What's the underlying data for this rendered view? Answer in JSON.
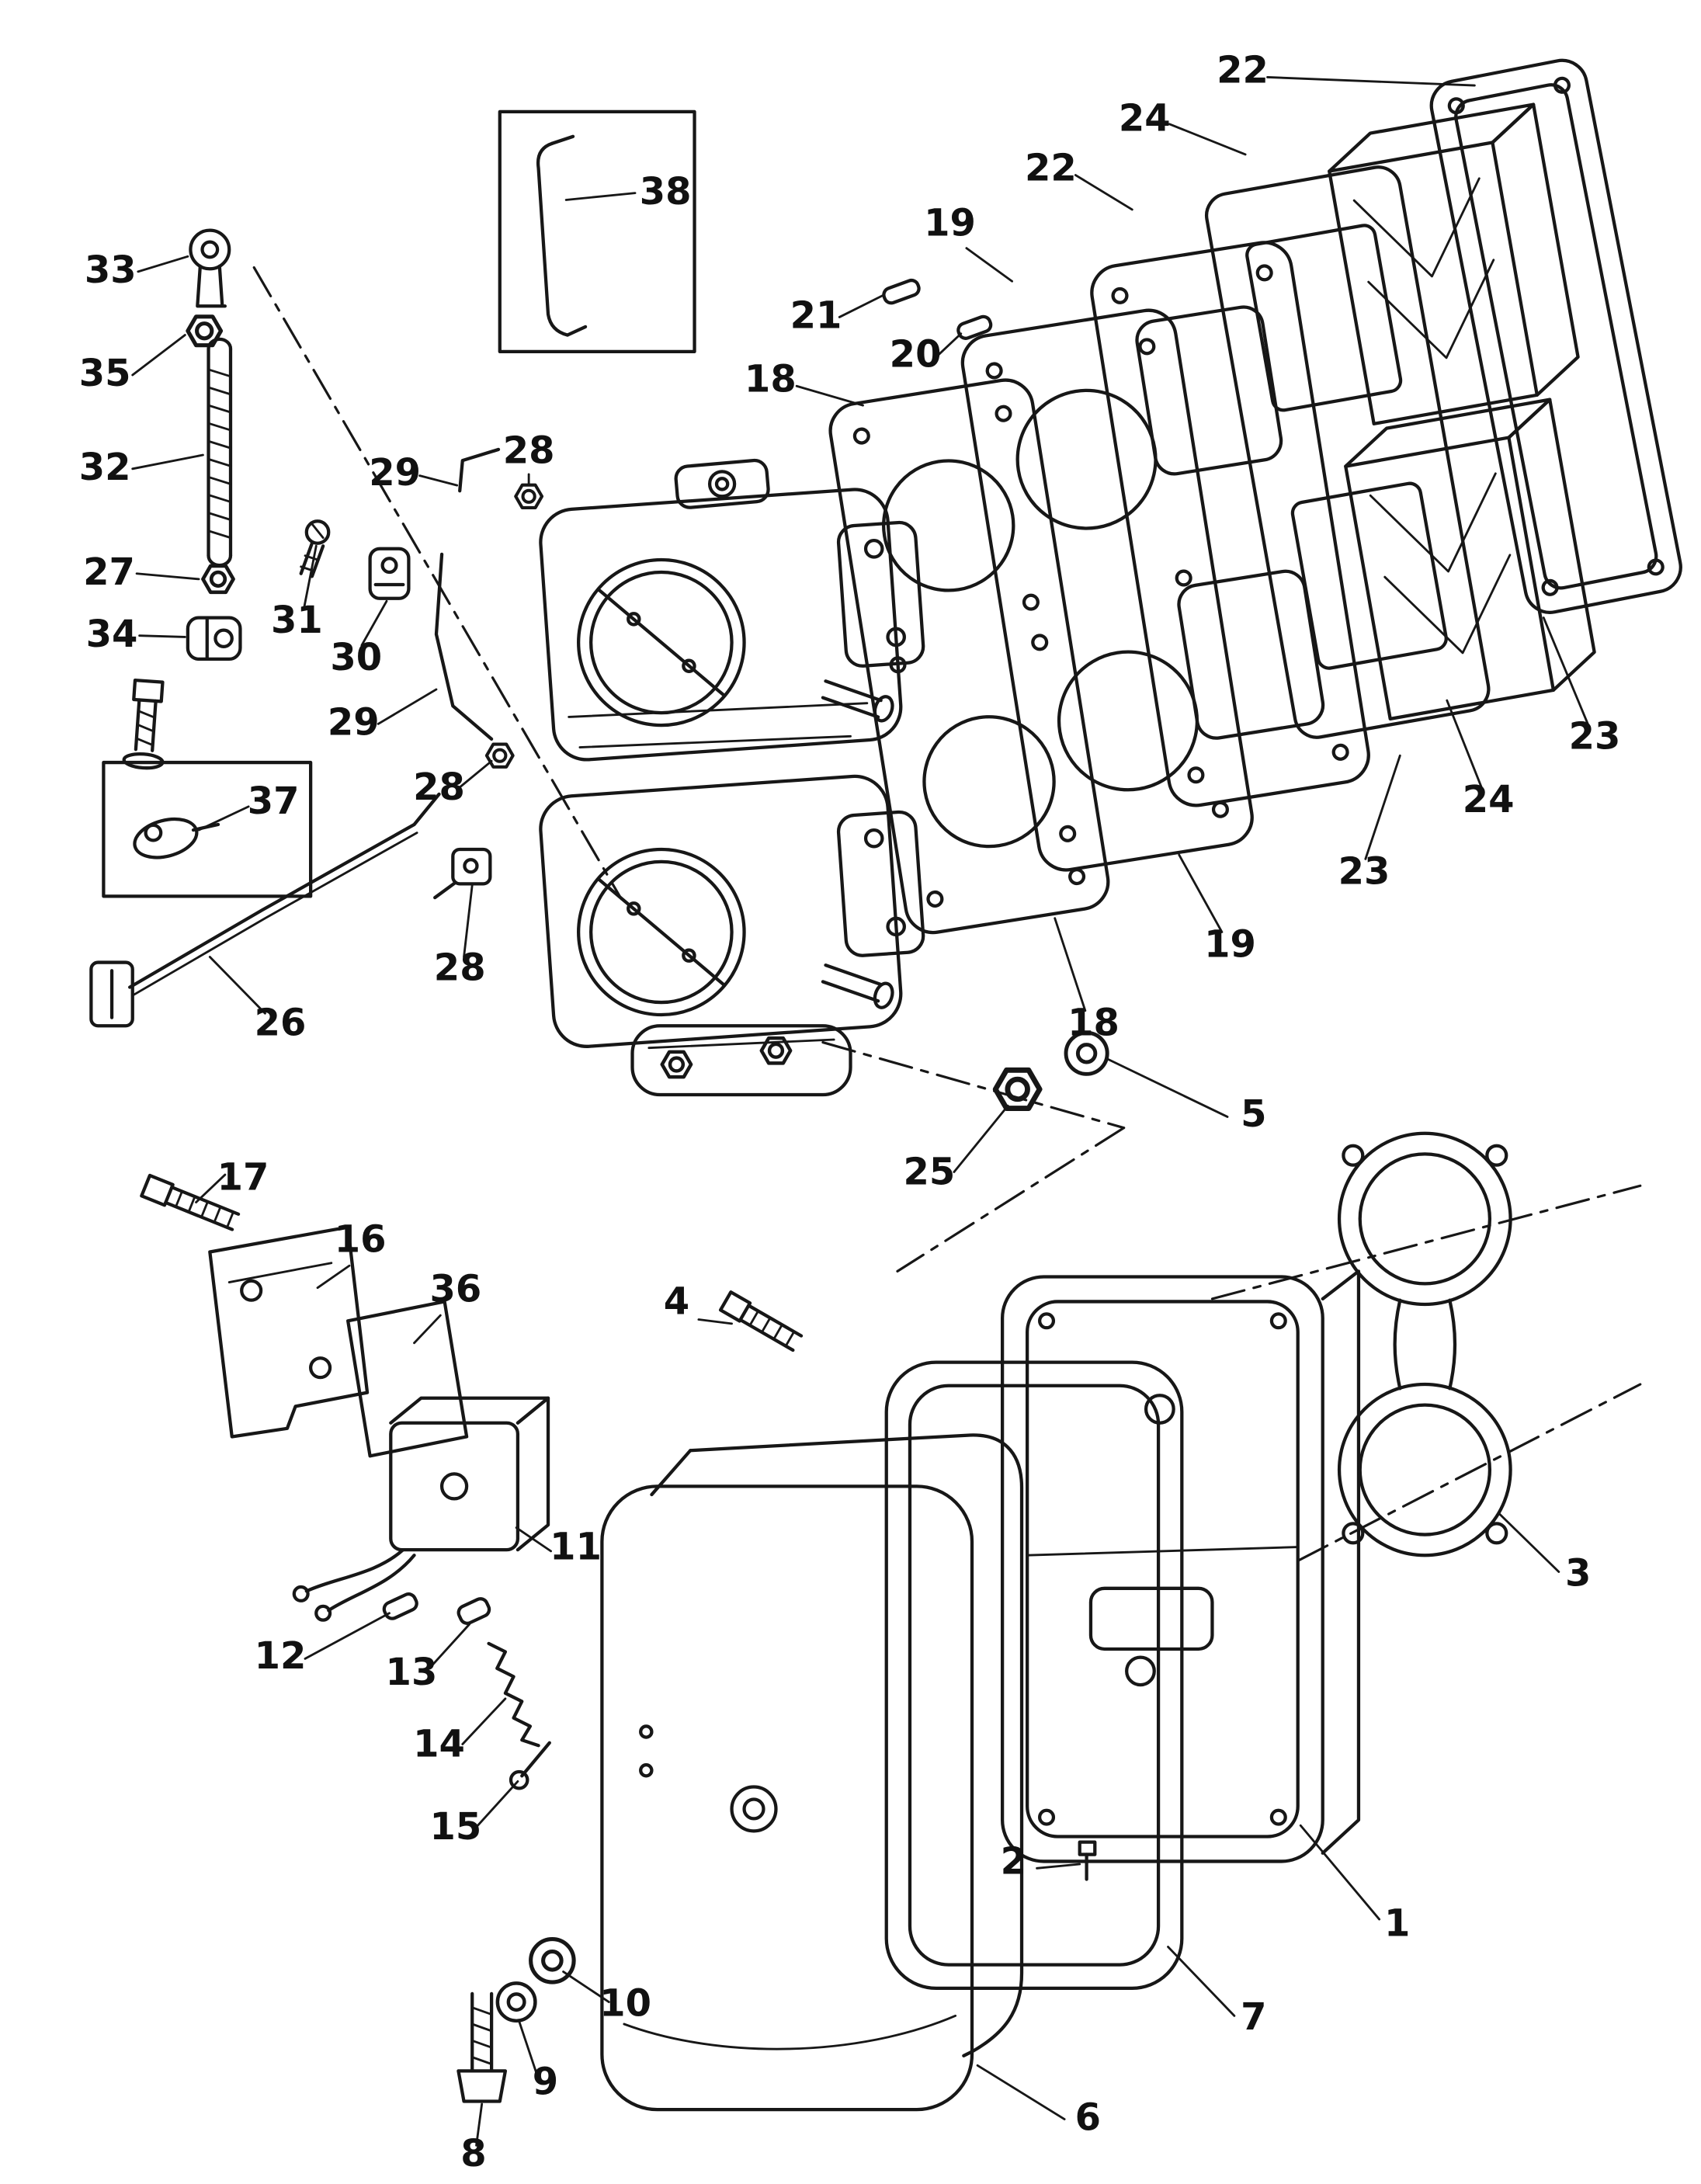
{
  "diagram": {
    "type": "exploded-parts-diagram",
    "subject": "Carburetor and intake silencer assembly exploded view",
    "background": "#ffffff",
    "line_color": "#171717",
    "callouts": [
      {
        "label": "38"
      },
      {
        "label": "33"
      },
      {
        "label": "35"
      },
      {
        "label": "32"
      },
      {
        "label": "27"
      },
      {
        "label": "34"
      },
      {
        "label": "31"
      },
      {
        "label": "30"
      },
      {
        "label": "29"
      },
      {
        "label": "28"
      },
      {
        "label": "29"
      },
      {
        "label": "28"
      },
      {
        "label": "37"
      },
      {
        "label": "28"
      },
      {
        "label": "26"
      },
      {
        "label": "21"
      },
      {
        "label": "20"
      },
      {
        "label": "18"
      },
      {
        "label": "19"
      },
      {
        "label": "22"
      },
      {
        "label": "24"
      },
      {
        "label": "22"
      },
      {
        "label": "23"
      },
      {
        "label": "24"
      },
      {
        "label": "23"
      },
      {
        "label": "19"
      },
      {
        "label": "18"
      },
      {
        "label": "5"
      },
      {
        "label": "25"
      },
      {
        "label": "17"
      },
      {
        "label": "16"
      },
      {
        "label": "36"
      },
      {
        "label": "4"
      },
      {
        "label": "11"
      },
      {
        "label": "12"
      },
      {
        "label": "13"
      },
      {
        "label": "14"
      },
      {
        "label": "15"
      },
      {
        "label": "3"
      },
      {
        "label": "2"
      },
      {
        "label": "1"
      },
      {
        "label": "7"
      },
      {
        "label": "10"
      },
      {
        "label": "9"
      },
      {
        "label": "8"
      },
      {
        "label": "6"
      }
    ]
  }
}
